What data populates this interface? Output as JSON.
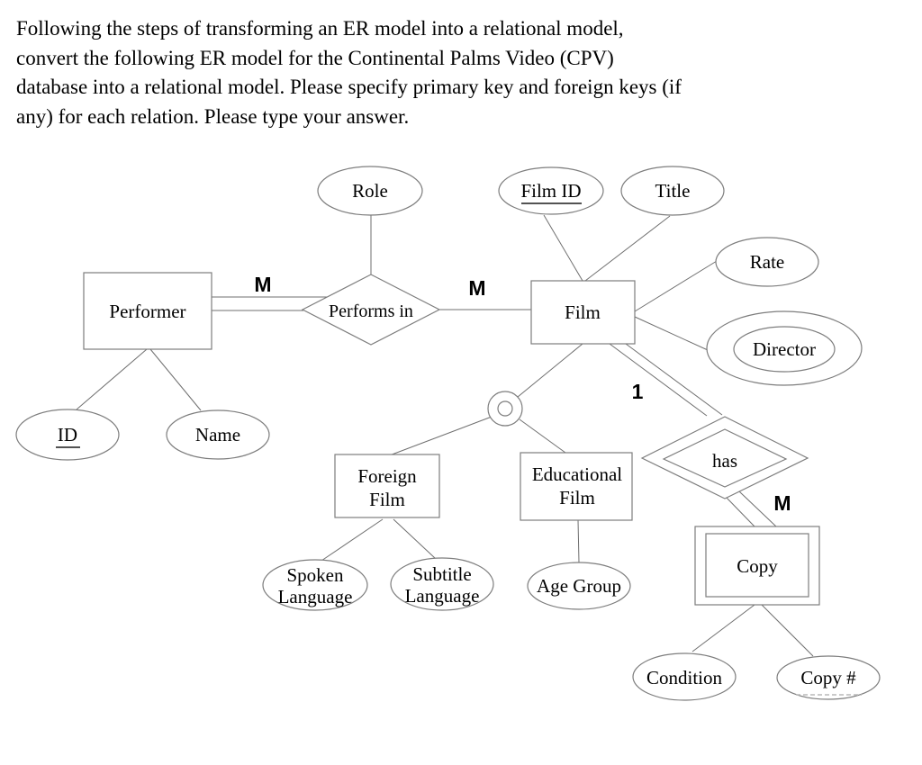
{
  "question": {
    "lines": [
      "Following the steps of transforming an ER model into a relational model,",
      "convert the following ER model for the Continental Palms Video (CPV)",
      "database into a relational model. Please specify primary key and foreign keys (if",
      "any) for each relation. Please type your answer."
    ]
  },
  "diagram": {
    "entities": {
      "performer": {
        "label": "Performer"
      },
      "film": {
        "label": "Film"
      },
      "foreign_film": {
        "line1": "Foreign",
        "line2": "Film"
      },
      "educational_film": {
        "line1": "Educational",
        "line2": "Film"
      },
      "copy": {
        "label": "Copy",
        "type": "weak-entity"
      }
    },
    "relationships": {
      "performs_in": {
        "label": "Performs in"
      },
      "has": {
        "label": "has",
        "type": "identifying"
      }
    },
    "attributes": {
      "role": {
        "label": "Role"
      },
      "film_id": {
        "label": "Film ID",
        "primary_key": true
      },
      "title": {
        "label": "Title"
      },
      "rate": {
        "label": "Rate"
      },
      "director": {
        "label": "Director",
        "multivalued": true
      },
      "id": {
        "label": "ID",
        "primary_key": true
      },
      "name": {
        "label": "Name"
      },
      "spoken_language": {
        "line1": "Spoken",
        "line2": "Language"
      },
      "subtitle_language": {
        "line1": "Subtitle",
        "line2": "Language"
      },
      "age_group": {
        "label": "Age Group"
      },
      "condition": {
        "label": "Condition"
      },
      "copy_number": {
        "label": "Copy #",
        "partial_key": true
      }
    },
    "cardinalities": {
      "performer_side": "M",
      "film_side": "M",
      "has_film_side": "1",
      "has_copy_side": "M"
    },
    "colors": {
      "shape_stroke": "#7d7d7d",
      "connector_stroke": "#6f6f6f",
      "text": "#000000",
      "background": "#ffffff"
    }
  }
}
